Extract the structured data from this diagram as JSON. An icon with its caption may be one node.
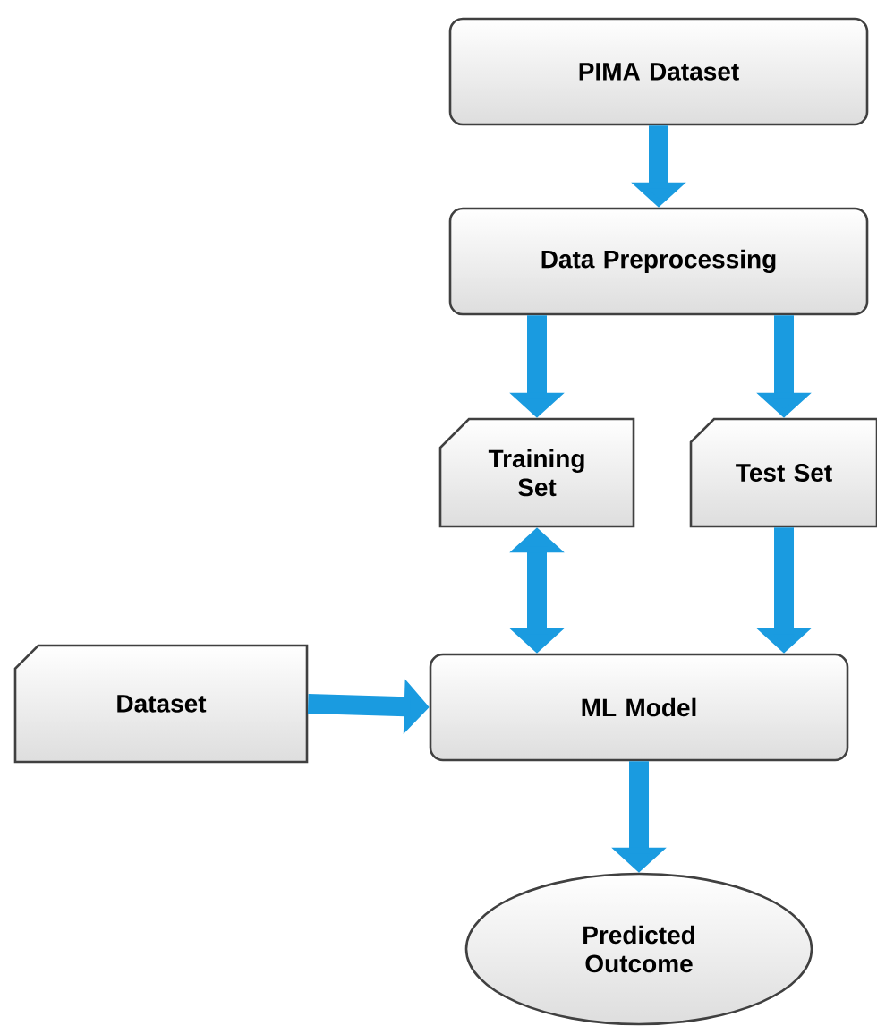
{
  "diagram": {
    "nodes": [
      {
        "text": [
          "PIMA Dataset"
        ]
      },
      {
        "text": [
          "Data Preprocessing"
        ]
      },
      {
        "text": [
          "Training Set"
        ]
      },
      {
        "text": [
          "Test Set"
        ]
      },
      {
        "text": [
          "Dataset"
        ]
      },
      {
        "text": [
          "ML Model"
        ]
      },
      {
        "text": [
          "Predicted Outcome"
        ]
      }
    ],
    "edges": [
      {
        "from": 0,
        "to": 1,
        "arrow": "to"
      },
      {
        "from": 1,
        "to": 2,
        "arrow": "to"
      },
      {
        "from": 1,
        "to": 3,
        "arrow": "to"
      },
      {
        "from": 2,
        "to": 5,
        "arrow": "both"
      },
      {
        "from": 3,
        "to": 5,
        "arrow": "to"
      },
      {
        "from": 4,
        "to": 5,
        "arrow": "to"
      },
      {
        "from": 5,
        "to": 6,
        "arrow": "to"
      }
    ]
  }
}
